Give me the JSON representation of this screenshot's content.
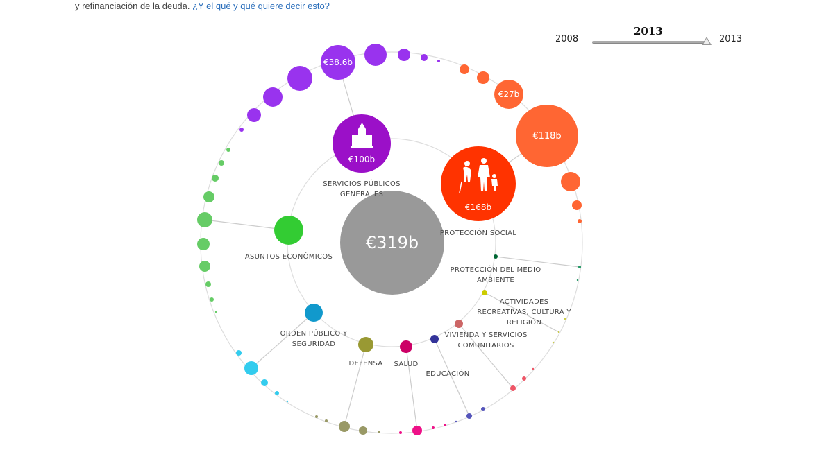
{
  "intro": {
    "text": "y refinanciación de la deuda.",
    "link": "¿Y el qué y qué quiere decir esto?"
  },
  "slider": {
    "min_label": "2008",
    "max_label": "2013",
    "current": "2013",
    "value": 2013
  },
  "total": {
    "label": "€319b",
    "color": "#999999"
  },
  "categories": [
    {
      "name": "SERVICIOS PÚBLICOS GENERALES",
      "lines": [
        "SERVICIOS PÚBLICOS",
        "GENERALES"
      ],
      "value_label": "€100b",
      "color": "#9b10c8",
      "icon": "town-hall-icon"
    },
    {
      "name": "PROTECCIÓN SOCIAL",
      "lines": [
        "PROTECCIÓN SOCIAL"
      ],
      "value_label": "€168b",
      "color": "#ff3300",
      "icon": "family-elderly-icon"
    },
    {
      "name": "ASUNTOS ECONÓMICOS",
      "lines": [
        "ASUNTOS ECONÓMICOS"
      ],
      "color": "#33cc33"
    },
    {
      "name": "ORDEN PÚBLICO Y SEGURIDAD",
      "lines": [
        "ORDEN PÚBLICO Y",
        "SEGURIDAD"
      ],
      "color": "#1199cc"
    },
    {
      "name": "DEFENSA",
      "lines": [
        "DEFENSA"
      ],
      "color": "#999933"
    },
    {
      "name": "SALUD",
      "lines": [
        "SALUD"
      ],
      "color": "#cc0066"
    },
    {
      "name": "EDUCACIÓN",
      "lines": [
        "EDUCACIÓN"
      ],
      "color": "#333399"
    },
    {
      "name": "VIVIENDA Y SERVICIOS COMUNITARIOS",
      "lines": [
        "VIVIENDA Y SERVICIOS",
        "COMUNITARIOS"
      ],
      "color": "#cc6666"
    },
    {
      "name": "ACTIVIDADES RECREATIVAS, CULTURA Y RELIGIÓN",
      "lines": [
        "ACTIVIDADES",
        "RECREATIVAS, CULTURA Y",
        "RELIGIÓN"
      ],
      "color": "#cccc00"
    },
    {
      "name": "PROTECCIÓN DEL MEDIO AMBIENTE",
      "lines": [
        "PROTECCIÓN DEL MEDIO",
        "AMBIENTE"
      ],
      "color": "#006633"
    }
  ],
  "subcategory_labels": {
    "servicios_top": "€38.6b",
    "proteccion_a": "€27b",
    "proteccion_b": "€118b"
  },
  "colors": {
    "purple": "#9933ee",
    "orange": "#ff6633",
    "green": "#66cc66",
    "blue": "#33ccee",
    "olive": "#999966",
    "pink": "#ee1188",
    "navy": "#5555bb",
    "rose": "#ee5566",
    "yellow": "#cccc44",
    "teal": "#229966"
  }
}
